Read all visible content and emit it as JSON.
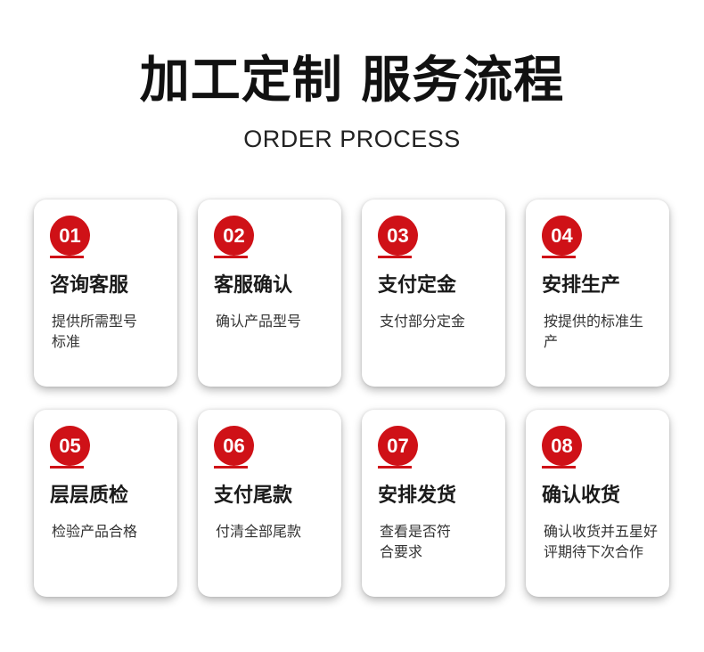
{
  "header": {
    "title": "加工定制 服务流程",
    "subtitle": "ORDER PROCESS"
  },
  "accent_color": "#cf1117",
  "steps": [
    {
      "number": "01",
      "title": "咨询客服",
      "description": "提供所需型号标准"
    },
    {
      "number": "02",
      "title": "客服确认",
      "description": "确认产品型号"
    },
    {
      "number": "03",
      "title": "支付定金",
      "description": "支付部分定金"
    },
    {
      "number": "04",
      "title": "安排生产",
      "description": "按提供的标准生产"
    },
    {
      "number": "05",
      "title": "层层质检",
      "description": "检验产品合格"
    },
    {
      "number": "06",
      "title": "支付尾款",
      "description": "付清全部尾款"
    },
    {
      "number": "07",
      "title": "安排发货",
      "description": "查看是否符合要求"
    },
    {
      "number": "08",
      "title": "确认收货",
      "description": "确认收货并五星好评期待下次合作"
    }
  ]
}
